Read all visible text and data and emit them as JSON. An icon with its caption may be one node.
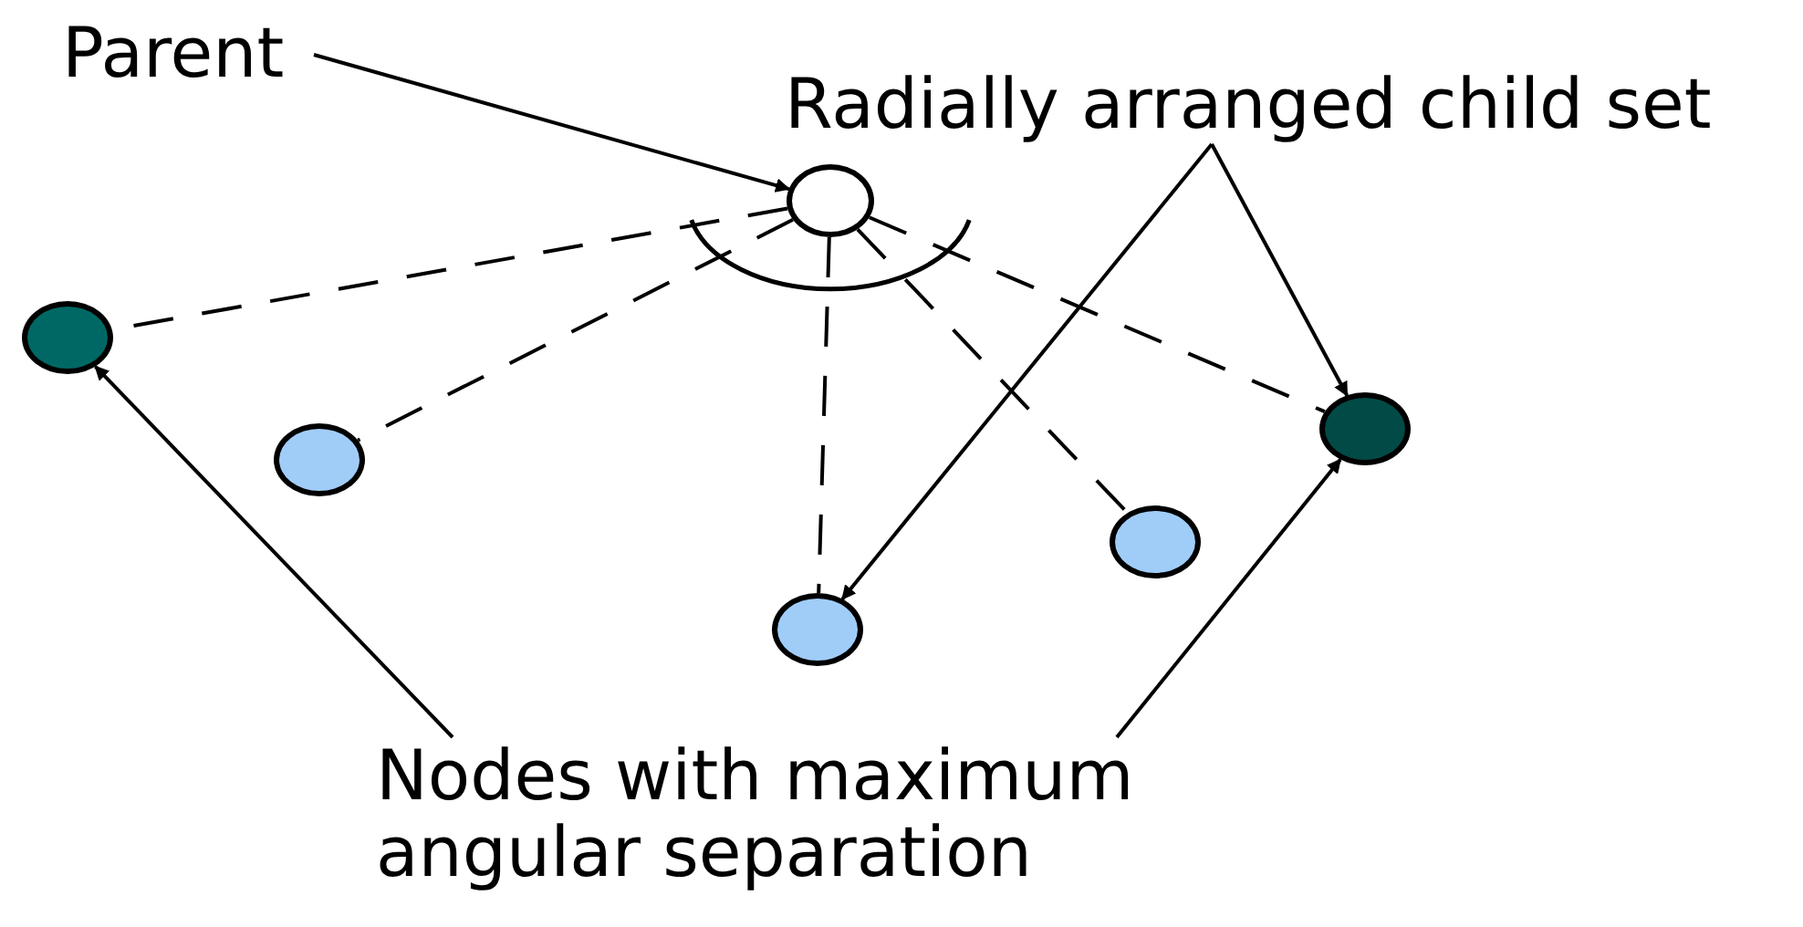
{
  "diagram": {
    "nodes": [
      {
        "text": [
          "Parent"
        ]
      },
      {
        "text": [
          "Radially arranged child set"
        ]
      },
      {
        "text": [],
        "shape": "circle"
      },
      {
        "text": [],
        "shape": "circle"
      },
      {
        "text": [],
        "shape": "circle"
      },
      {
        "text": [],
        "shape": "circle"
      },
      {
        "text": [],
        "shape": "circle"
      },
      {
        "text": [],
        "shape": "circle"
      },
      {
        "text": [
          "Nodes with maximum angular separation"
        ]
      }
    ],
    "edges": [
      {
        "from": 0,
        "to": 2,
        "arrow": "to"
      },
      {
        "from": 1,
        "to": 7,
        "arrow": "to"
      },
      {
        "from": 1,
        "to": 5,
        "arrow": "to"
      },
      {
        "from": 2,
        "to": 3,
        "arrow": "none",
        "style": "dashed"
      },
      {
        "from": 2,
        "to": 4,
        "arrow": "none",
        "style": "dashed"
      },
      {
        "from": 2,
        "to": 5,
        "arrow": "none",
        "style": "dashed"
      },
      {
        "from": 2,
        "to": 6,
        "arrow": "none",
        "style": "dashed"
      },
      {
        "from": 2,
        "to": 7,
        "arrow": "none",
        "style": "dashed"
      },
      {
        "from": 8,
        "to": 3,
        "arrow": "to"
      },
      {
        "from": 8,
        "to": 7,
        "arrow": "to"
      }
    ]
  }
}
